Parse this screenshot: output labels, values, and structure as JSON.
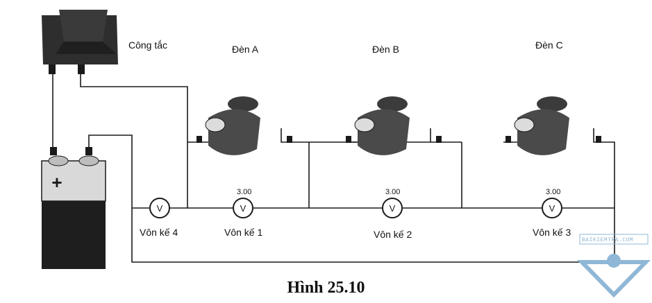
{
  "labels": {
    "switch": "Công tắc",
    "lamp_a": "Đèn A",
    "lamp_b": "Đèn B",
    "lamp_c": "Đèn C"
  },
  "voltmeters": [
    {
      "label": "Vôn kế 4",
      "reading": ""
    },
    {
      "label": "Vôn kế 1",
      "reading": "3.00"
    },
    {
      "label": "Vôn kế 2",
      "reading": "3.00"
    },
    {
      "label": "Vôn kế 3",
      "reading": "3.00"
    }
  ],
  "meter_symbol": "V",
  "battery_sign": "+",
  "caption": "Hình 25.10",
  "watermark": "BAIKIEMTRA.COM",
  "colors": {
    "ink": "#1a1a1a",
    "watermark": "#8fb7d6"
  }
}
